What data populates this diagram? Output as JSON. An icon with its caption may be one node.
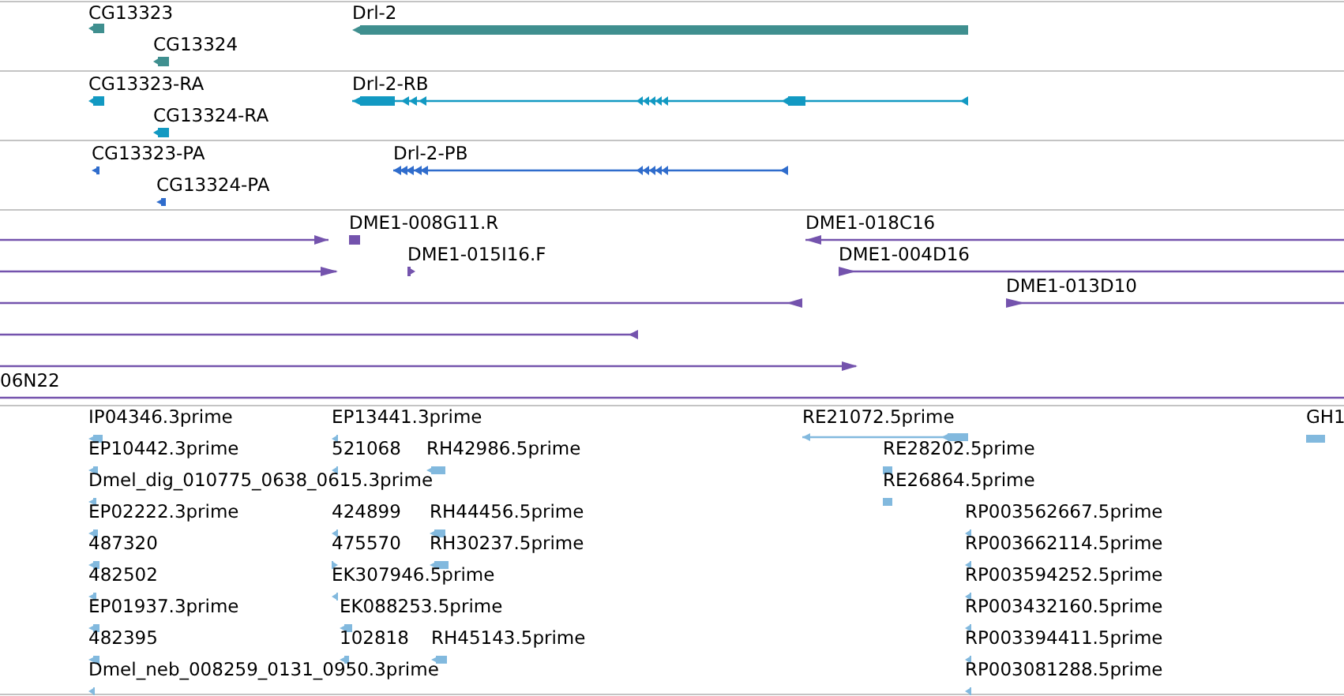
{
  "diagram": {
    "labels": [
      "CG13323",
      "Drl-2",
      "CG13324",
      "CG13323-RA",
      "Drl-2-RB",
      "CG13324-RA",
      "CG13323-PA",
      "Drl-2-PB",
      "CG13324-PA",
      "DME1-008G11.R",
      "DME1-018C16",
      "DME1-015I16.F",
      "DME1-004D16",
      "DME1-013D10",
      "06N22",
      "IP04346.3prime",
      "EP13441.3prime",
      "RE21072.5prime",
      "GH1",
      "EP10442.3prime",
      "521068",
      "RH42986.5prime",
      "RE28202.5prime",
      "Dmel_dig_010775_0638_0615.3prime",
      "RE26864.5prime",
      "EP02222.3prime",
      "424899",
      "RH44456.5prime",
      "RP003562667.5prime",
      "487320",
      "475570",
      "RH30237.5prime",
      "RP003662114.5prime",
      "482502",
      "EK307946.5prime",
      "RP003594252.5prime",
      "EP01937.3prime",
      "EK088253.5prime",
      "RP003432160.5prime",
      "482395",
      "102818",
      "RH45143.5prime",
      "RP003394411.5prime",
      "Dmel_neb_008259_0131_0950.3prime",
      "RP003081288.5prime"
    ]
  }
}
